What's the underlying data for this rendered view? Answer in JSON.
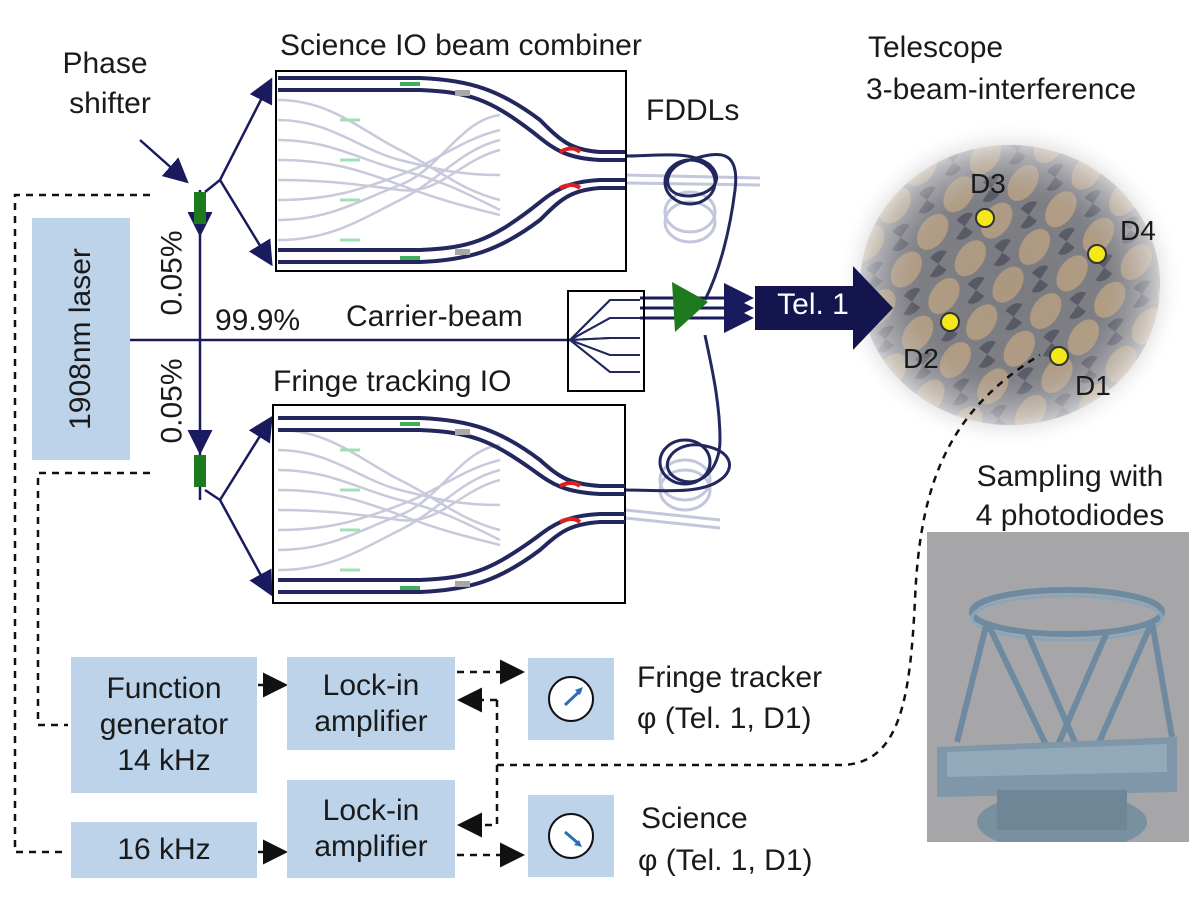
{
  "labels": {
    "phase_shifter_1": "Phase",
    "phase_shifter_2": "shifter",
    "science_io": "Science IO beam combiner",
    "fddls": "FDDLs",
    "telescope_1": "Telescope",
    "telescope_2": "3-beam-interference",
    "laser": "1908nm laser",
    "split_top": "0.05%",
    "split_bottom": "0.05%",
    "split_main": "99.9%",
    "carrier_beam": "Carrier-beam",
    "tel1": "Tel. 1",
    "fringe_io": "Fringe tracking IO",
    "sampling_1": "Sampling with",
    "sampling_2": "4 photodiodes",
    "function_generator": "Function generator 14 kHz",
    "freq_16": "16 kHz",
    "lockin_1": "Lock-in amplifier",
    "lockin_2": "Lock-in amplifier",
    "fringe_tracker_1": "Fringe tracker",
    "fringe_tracker_2": "φ (Tel. 1, D1)",
    "science_out_1": "Science",
    "science_out_2": "φ (Tel. 1, D1)"
  },
  "detectors": {
    "d1": "D1",
    "d2": "D2",
    "d3": "D3",
    "d4": "D4"
  },
  "colors": {
    "line": "#1a1a5e",
    "box_fill": "#bcd3ea",
    "phase_shifter": "#1e7a1e",
    "detector_dot": "#f5e81a",
    "tel_arrow": "#14144f"
  },
  "icons": {
    "fringe_tracker_dial": "dial-icon",
    "science_dial": "dial-icon"
  }
}
